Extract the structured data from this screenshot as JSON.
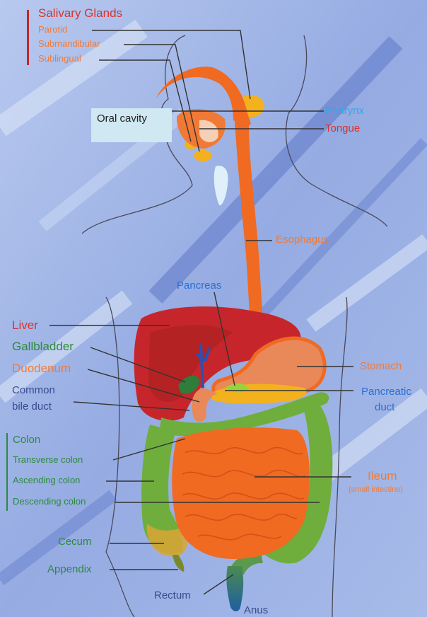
{
  "colors": {
    "background_base": "#8fa6df",
    "background_light": "#c9d8f4",
    "background_dark": "#5f78c8",
    "organ_orange": "#f06a22",
    "organ_red": "#c6262b",
    "organ_green": "#6fae3c",
    "gland_yellow": "#f3b21d",
    "leader_line": "#333333",
    "body_outline": "#4a4a5a"
  },
  "labels": {
    "salivary_glands": "Salivary Glands",
    "parotid": "Parotid",
    "submandibular": "Submandibular",
    "sublingual": "Sublingual",
    "oral_cavity": "Oral cavity",
    "pharynx": "Pharynx",
    "tongue": "Tongue",
    "esophagus": "Esophagus",
    "pancreas": "Pancreas",
    "liver": "Liver",
    "gallbladder": "Gallbladder",
    "duodenum": "Duodenum",
    "common_bile_duct_1": "Common",
    "common_bile_duct_2": "bile duct",
    "stomach": "Stomach",
    "pancreatic_duct_1": "Pancreatic",
    "pancreatic_duct_2": "duct",
    "colon": "Colon",
    "transverse_colon": "Transverse colon",
    "ascending_colon": "Ascending colon",
    "descending_colon": "Descending colon",
    "ileum": "Ileum",
    "small_intestine": "(small intestine)",
    "cecum": "Cecum",
    "appendix": "Appendix",
    "rectum": "Rectum",
    "anus": "Anus"
  }
}
